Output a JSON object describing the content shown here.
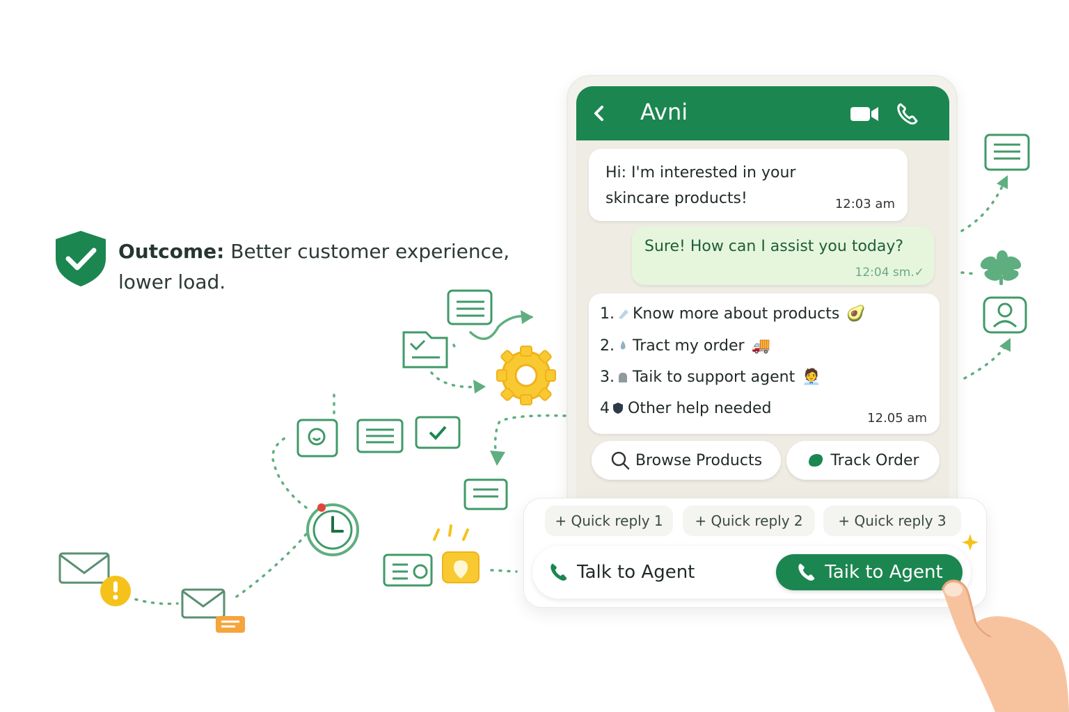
{
  "outcome": {
    "label": "Outcome:",
    "text_line1": "Better customer experience,",
    "text_line2": "lower load."
  },
  "chat": {
    "contact_name": "Avni",
    "messages": [
      {
        "from": "user",
        "text": "Hi: I'm interested in your skincare products!",
        "time": "12:03 am"
      },
      {
        "from": "bot",
        "text": "Sure! How can I assist you today?",
        "time": "12:04 sm.✓"
      }
    ],
    "menu": {
      "items": [
        {
          "num": "1.",
          "label": "Know more about products",
          "emoji": "🥑"
        },
        {
          "num": "2.",
          "label": "Tract my order",
          "emoji": "🚚"
        },
        {
          "num": "3.",
          "label": "Taik to support agent",
          "emoji": "🧑‍💼"
        },
        {
          "num": "4",
          "label": "Other help needed",
          "emoji": ""
        }
      ],
      "time": "12.05 am"
    },
    "actions": {
      "browse": "Browse Products",
      "track": "Track Order"
    }
  },
  "quick_replies": [
    "+ Quick reply 1",
    "+ Quick reply 2",
    "+ Quick reply 3"
  ],
  "agent": {
    "plain_label": "Talk to Agent",
    "cta_label": "Taik to Agent"
  },
  "colors": {
    "brand_green": "#1c8650",
    "bot_bubble": "#e6f6dc",
    "chat_bg": "#efece4",
    "flow_green": "#5fae80",
    "accent_yellow": "#f5c21b",
    "accent_orange": "#f6a43c"
  },
  "icons": {
    "shield": "shield-check-icon",
    "back": "chevron-left-icon",
    "video": "video-camera-icon",
    "call": "phone-icon",
    "search": "search-icon",
    "track": "leaf-icon",
    "sparkle": "sparkle-icon"
  }
}
